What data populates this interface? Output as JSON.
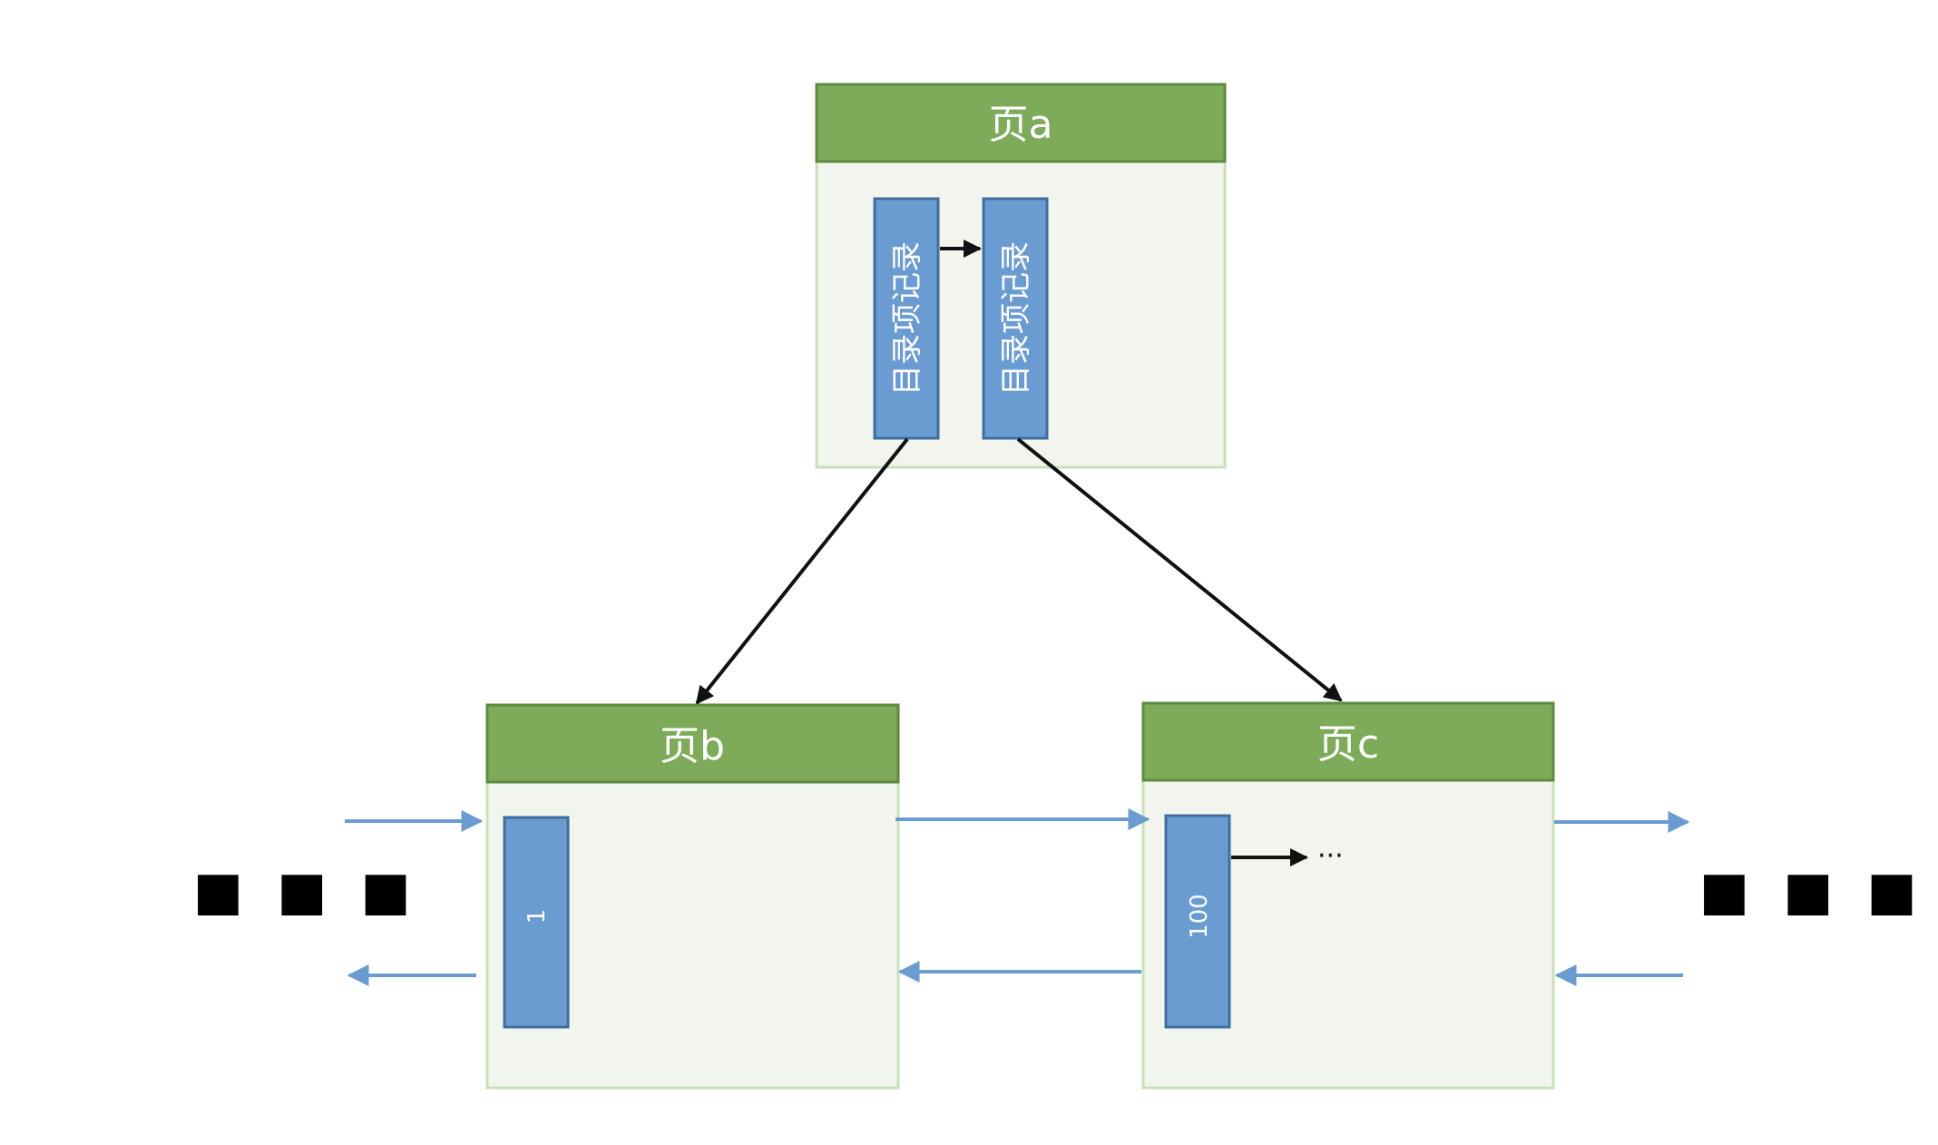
{
  "pages": {
    "a": {
      "title": "页a",
      "records": [
        "目录项记录",
        "目录项记录"
      ]
    },
    "b": {
      "title": "页b",
      "records": [
        "1"
      ]
    },
    "c": {
      "title": "页c",
      "records": [
        "100"
      ],
      "continuation": "···"
    }
  },
  "side_ellipsis": {
    "left": "▪ ▪ ▪",
    "right": "▪ ▪ ▪"
  },
  "colors": {
    "header": "#7eab5a",
    "body": "#f2f5ee",
    "record": "#6a9bd1",
    "link": "#6a9bd1",
    "pointer": "#111111"
  }
}
